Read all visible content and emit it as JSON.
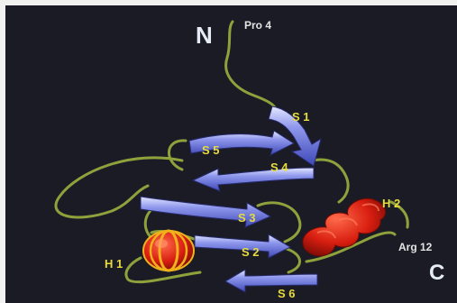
{
  "colors": {
    "background": "#1b1b26",
    "border": "#f1f1ef",
    "coil": "#8ea23c",
    "strand": "#7b86e6",
    "strand_highlight": "#ffffff",
    "helix": "#e12818",
    "helix_band": "#f0b21c",
    "label": "#e8dc3c",
    "terminus_label": "#e6ecf6"
  },
  "termini": {
    "n": "N",
    "c": "C"
  },
  "residues": {
    "start": "Pro 4",
    "end": "Arg 12"
  },
  "labels": {
    "s1": "S 1",
    "s2": "S 2",
    "s3": "S 3",
    "s4": "S 4",
    "s5": "S 5",
    "s6": "S 6",
    "h1": "H 1",
    "h2": "H 2"
  }
}
